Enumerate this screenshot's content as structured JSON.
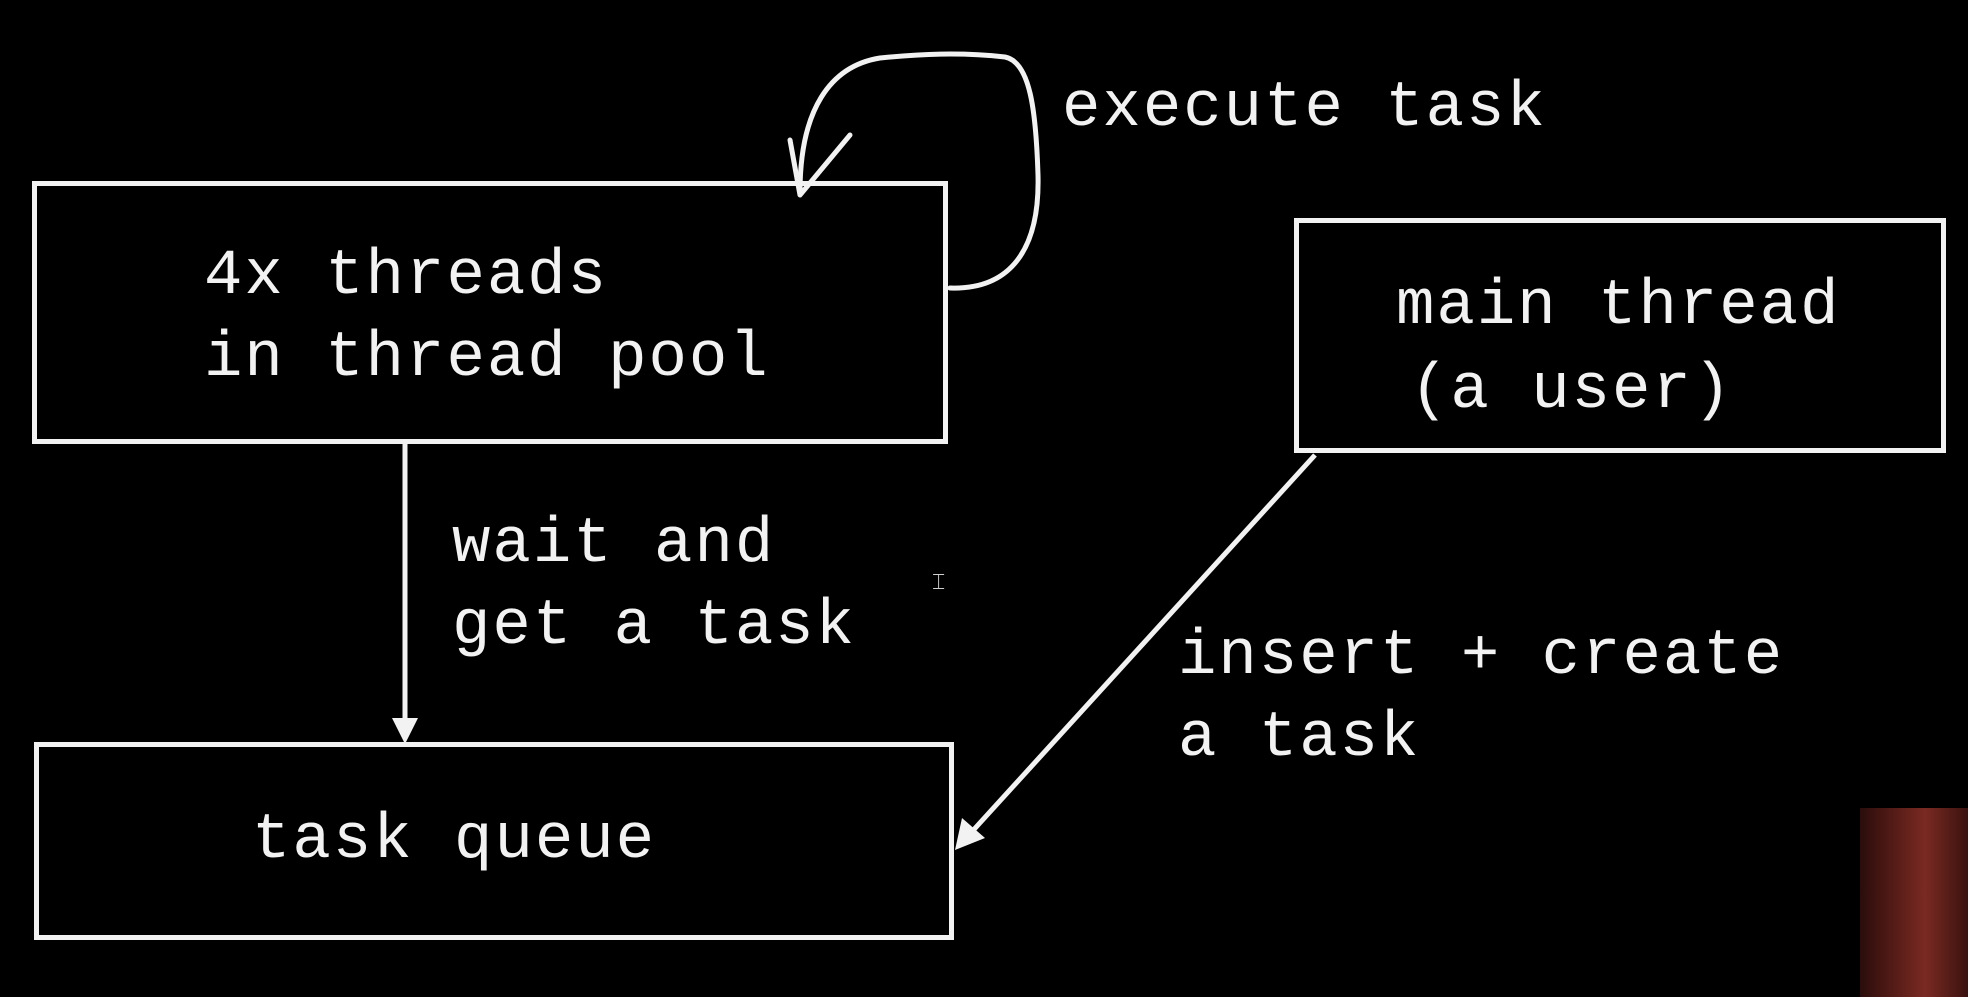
{
  "diagram": {
    "nodes": {
      "thread_pool": {
        "line1": "4x threads",
        "line2": "in thread pool"
      },
      "main_thread": {
        "line1": "main thread",
        "line2": "(a user)"
      },
      "task_queue": {
        "label": "task queue"
      }
    },
    "edges": {
      "execute_task": {
        "label": "execute task"
      },
      "wait_get": {
        "line1": "wait and",
        "line2": "get a task"
      },
      "insert_create": {
        "line1": "insert + create",
        "line2": "a task"
      }
    }
  },
  "colors": {
    "background": "#000000",
    "foreground": "#f2f2f2",
    "webcam_overlay": "#5a1d18"
  }
}
